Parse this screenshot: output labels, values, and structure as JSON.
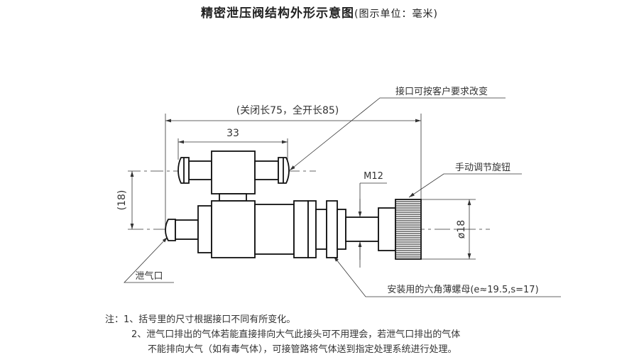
{
  "title": {
    "main": "精密泄压阀结构外形示意图",
    "unit": "(图示单位：毫米)"
  },
  "labels": {
    "interface": "接口可按客户要求改变",
    "overall_length": "(关闭长75，全开长85)",
    "dim_33": "33",
    "dim_18": "(18)",
    "dim_m12": "M12",
    "dim_d18": "ø18",
    "knob": "手动调节旋钮",
    "vent": "泄气口",
    "nut": "安装用的六角薄螺母(e≈19.5,s=17)"
  },
  "notes": {
    "prefix": "注：",
    "n1": "1、括号里的尺寸根据接口不同有所变化。",
    "n2a": "2、泄气口排出的气体若能直接排向大气此接头可不用理会，若泄气口排出的气体",
    "n2b": "不能排向大气（如有毒气体），可接管路将气体送到指定处理系统进行处理。"
  }
}
